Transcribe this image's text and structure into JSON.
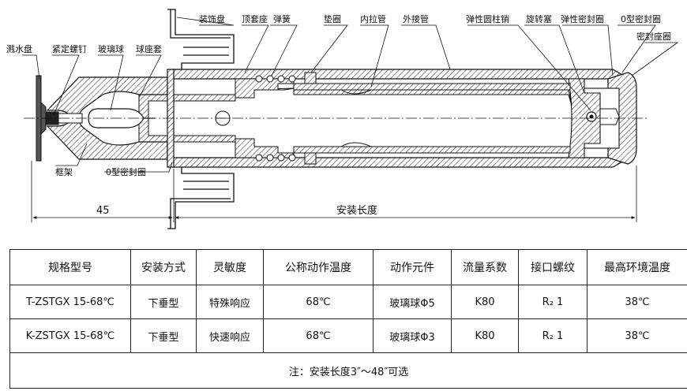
{
  "labels": {
    "splash_plate": "溅水盘",
    "set_screw": "紧定螺钉",
    "glass_bulb": "玻璃球",
    "bulb_seat": "球座套",
    "decor_plate": "装饰盘",
    "top_seat": "顶套座",
    "spring": "弹簧",
    "gasket": "垫圈",
    "inner_tube": "内拉管",
    "outer_tube": "外接管",
    "roll_pin": "弹性圆柱销",
    "rotary_plug": "旋转塞",
    "elastic_seal": "弹性密封圈",
    "o_ring_right": "0型密封圈",
    "seal_seat_ring": "密封座圈",
    "frame": "框架",
    "o_ring_left": "0型密封圈"
  },
  "dimensions": {
    "left_length": "45",
    "install_length": "安装长度"
  },
  "table": {
    "headers": [
      "规格型号",
      "安装方式",
      "灵敏度",
      "公称动作温度",
      "动作元件",
      "流量系数",
      "接口螺纹",
      "最高环境温度"
    ],
    "rows": [
      [
        "T-ZSTGX 15-68℃",
        "下垂型",
        "特殊响应",
        "68℃",
        "玻璃球Φ5",
        "K80",
        "R₂ 1",
        "38℃"
      ],
      [
        "K-ZSTGX 15-68℃",
        "下垂型",
        "快速响应",
        "68℃",
        "玻璃球Φ3",
        "K80",
        "R₂ 1",
        "38℃"
      ]
    ],
    "note": "注：安装长度3″～48″可选"
  }
}
